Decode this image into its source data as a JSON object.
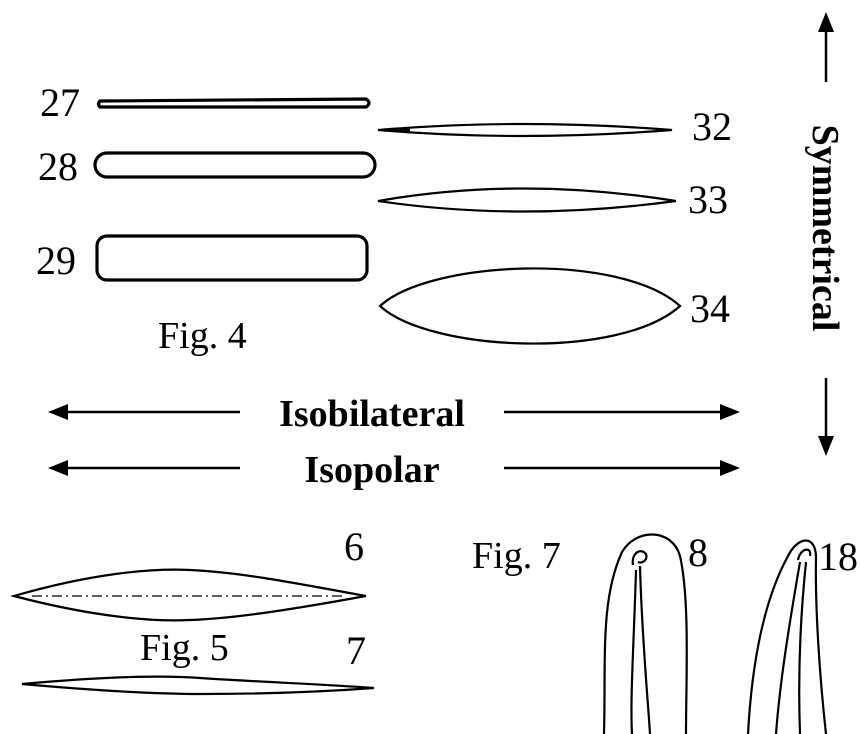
{
  "labels": {
    "n27": "27",
    "n28": "28",
    "n29": "29",
    "n32": "32",
    "n33": "33",
    "n34": "34",
    "n6": "6",
    "n7": "7",
    "n8": "8",
    "n18": "18"
  },
  "captions": {
    "fig4": "Fig. 4",
    "fig5": "Fig. 5",
    "fig7": "Fig. 7"
  },
  "axes": {
    "isobilateral": "Isobilateral",
    "isopolar": "Isopolar",
    "symmetrical": "Symmetrical"
  }
}
